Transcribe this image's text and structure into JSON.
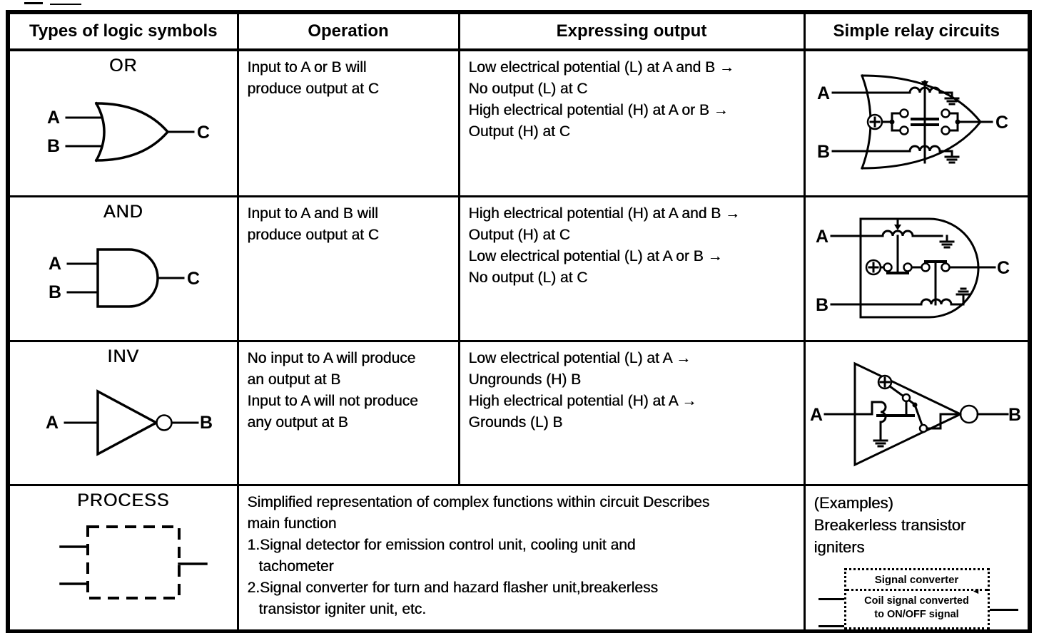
{
  "table": {
    "headers": [
      {
        "label": "Types of logic symbols"
      },
      {
        "label": "Operation"
      },
      {
        "label": "Expressing output"
      },
      {
        "label": "Simple relay circuits"
      }
    ],
    "rows": [
      {
        "name": "OR",
        "operation_lines": [
          "Input to A or B will",
          "produce output at C"
        ],
        "expressing_lines": [
          "Low electrical potential (L) at A and B →",
          "No output (L) at C",
          "High electrical potential (H) at A or B →",
          "Output (H) at C"
        ],
        "io": {
          "a": "A",
          "b": "B",
          "c": "C"
        }
      },
      {
        "name": "AND",
        "operation_lines": [
          "Input to A and B will",
          "produce output at C"
        ],
        "expressing_lines": [
          "High electrical potential (H) at A and B →",
          "Output (H) at C",
          "Low electrical potential (L) at A or B →",
          "No output (L) at C"
        ],
        "io": {
          "a": "A",
          "b": "B",
          "c": "C"
        }
      },
      {
        "name": "INV",
        "operation_lines": [
          "No input to A  will produce",
          "an output at B",
          "Input to A will not produce",
          "any output at B"
        ],
        "expressing_lines": [
          "Low electrical potential (L) at A →",
          "Ungrounds (H) B",
          "High electrical potential (H) at A →",
          "Grounds (L) B"
        ],
        "io": {
          "a": "A",
          "b": "B"
        }
      },
      {
        "name": "PROCESS",
        "description_lines": [
          "Simplified representation of complex functions within circuit Describes",
          "main function",
          "1.Signal detector for emission control unit, cooling unit and",
          "tachometer",
          "2.Signal converter for turn and hazard flasher unit,breakerless",
          "transistor igniter unit, etc."
        ],
        "examples": {
          "heading": "(Examples)",
          "subject_line1": "Breakerless transistor",
          "subject_line2": "igniters",
          "box_title": "Signal converter",
          "box_body_line1": "Coil signal converted",
          "box_body_line2": "to ON/OFF signal"
        }
      }
    ]
  },
  "icons": {
    "supply": "plus-circle-icon",
    "ground": "ground-icon",
    "coil": "relay-coil-icon",
    "arrow_glyph": "◄"
  },
  "colors": {
    "ink": "#000000",
    "paper": "#ffffff"
  }
}
